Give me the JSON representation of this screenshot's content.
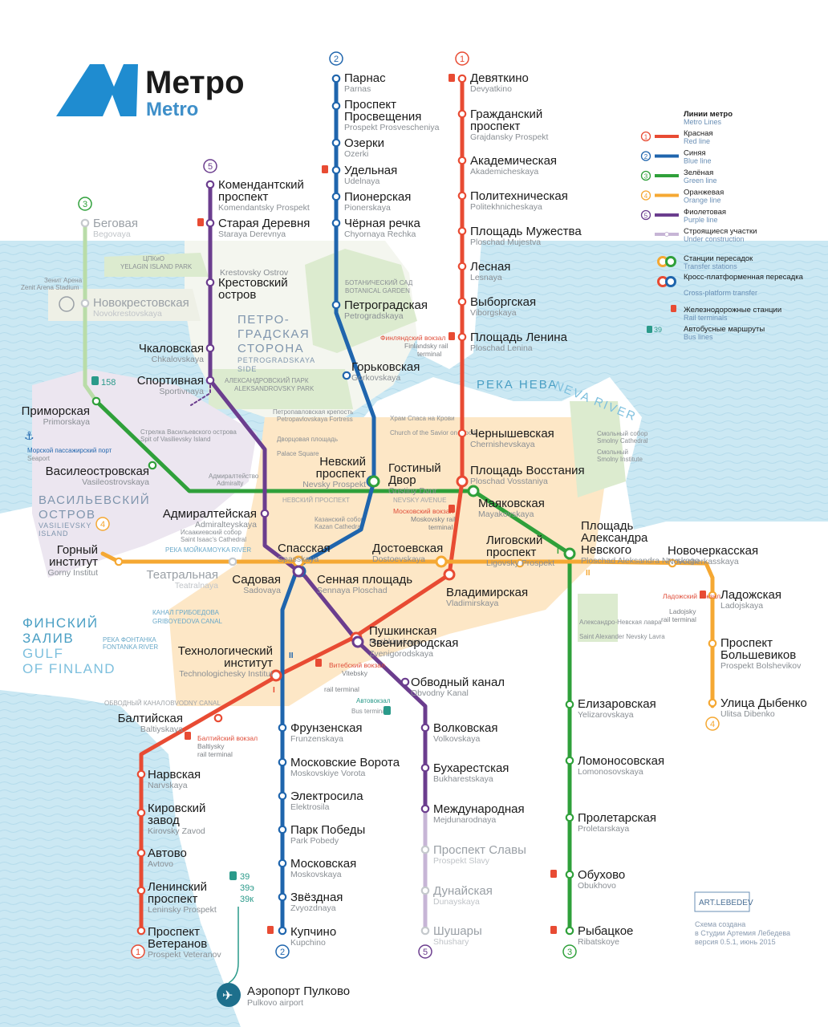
{
  "header": {
    "logo_letter": "M",
    "title_ru": "Метро",
    "title_en": "Metro"
  },
  "legend": {
    "title_ru": "Линии метро",
    "title_en": "Metro Lines",
    "items": [
      {
        "num": "1",
        "ru": "Красная",
        "en": "Red line",
        "color": "#e84b33"
      },
      {
        "num": "2",
        "ru": "Синяя",
        "en": "Blue line",
        "color": "#1f65ad"
      },
      {
        "num": "3",
        "ru": "Зелёная",
        "en": "Green line",
        "color": "#2fa03a"
      },
      {
        "num": "4",
        "ru": "Оранжевая",
        "en": "Orange line",
        "color": "#f5a833"
      },
      {
        "num": "5",
        "ru": "Фиолетовая",
        "en": "Purple line",
        "color": "#6b3d8e"
      }
    ],
    "under_construction_ru": "Строящиеся участки",
    "under_construction_en": "Under construction",
    "transfer_ru": "Станции пересадок",
    "transfer_en": "Transfer stations",
    "cross_ru": "Кросс-платформенная пересадка",
    "cross_en": "Cross-platform transfer",
    "rail_ru": "Железнодорожные станции",
    "rail_en": "Rail terminals",
    "bus_num": "39",
    "bus_ru": "Автобусные маршруты",
    "bus_en": "Bus lines"
  },
  "credits": {
    "brand": "ART.LEBEDEV",
    "line1": "Схема создана",
    "line2": "в Студии Артемия Лебедева",
    "line3": "версия 0.5.1, июнь 2015"
  },
  "areas": {
    "petrogradskaya_ru_1": "ПЕТРО-",
    "petrogradskaya_ru_2": "ГРАДСКАЯ",
    "petrogradskaya_ru_3": "СТОРОНА",
    "petrogradskaya_en_1": "PETROGRADSKAYA",
    "petrogradskaya_en_2": "SIDE",
    "vasilievsky_ru_1": "ВАСИЛЬЕВСКИЙ",
    "vasilievsky_ru_2": "ОСТРОВ",
    "vasilievsky_en_1": "VASILIEVSKY",
    "vasilievsky_en_2": "ISLAND",
    "neva_ru": "РЕКА НЕВА",
    "neva_en": "NEVA RIVER",
    "gulf_ru_1": "ФИНСКИЙ",
    "gulf_ru_2": "ЗАЛИВ",
    "gulf_en_1": "GULF",
    "gulf_en_2": "OF FINLAND"
  },
  "landmarks": [
    {
      "ru": "ЦПКиО",
      "en": "YELAGIN ISLAND PARK"
    },
    {
      "ru": "Krestovsky Ostrov",
      "en": ""
    },
    {
      "ru": "БОТАНИЧЕСКИЙ САД",
      "en": "BOTANICAL GARDEN"
    },
    {
      "ru": "Зенит Арена",
      "en": "Zenit Arena Stadium"
    },
    {
      "ru": "АЛЕКСАНДРОВСКИЙ ПАРК",
      "en": "ALEKSANDROVSKY PARK"
    },
    {
      "ru": "Петропавловская крепость",
      "en": "Petropavlovskaya Fortress"
    },
    {
      "ru": "Стрелка Васильевского острова",
      "en": "Spit of Vasilievsky Island"
    },
    {
      "ru": "Дворцовая площадь",
      "en": "Palace Square"
    },
    {
      "ru": "Адмиралтейство",
      "en": "Admiralty"
    },
    {
      "ru": "Храм Спаса на Крови",
      "en": "Church of the Savior on Blood"
    },
    {
      "ru": "Казанский собор",
      "en": "Kazan Cathedral"
    },
    {
      "ru": "Исаакиевский собор",
      "en": "Saint Isaac's Cathedral"
    },
    {
      "ru": "Смольный собор",
      "en": "Smolny Cathedral"
    },
    {
      "ru": "Смольный",
      "en": "Smolny Institute"
    },
    {
      "ru": "Александро-Невская лавра",
      "en": "Saint Alexander Nevsky Lavra"
    },
    {
      "ru": "Морской пассажирский порт",
      "en": "Seaport"
    }
  ],
  "streets": [
    "НЕВСКИЙ ПРОСПЕКТ",
    "NEVSKY AVENUE",
    "РЕКА МОЙКА",
    "MOYKA RIVER",
    "КАНАЛ ГРИБОЕДОВА",
    "GRIBOYEDOVA CANAL",
    "РЕКА ФОНТАНКА",
    "FONTANKA RIVER",
    "ОБВОДНЫЙ КАНАЛ",
    "OBVODNY CANAL"
  ],
  "rail_terminals": [
    {
      "ru": "Финляндский вокзал",
      "en1": "Finlandsky rail",
      "en2": "terminal"
    },
    {
      "ru": "Московский вокзал",
      "en1": "Moskovsky rail",
      "en2": "terminal"
    },
    {
      "ru": "Витебский вокзал",
      "en1": "Vitebsky",
      "en2": "rail terminal"
    },
    {
      "ru": "Балтийский вокзал",
      "en1": "Baltiysky",
      "en2": "rail terminal"
    },
    {
      "ru": "Ладожский вокзал",
      "en1": "Ladojsky",
      "en2": "rail terminal"
    }
  ],
  "bus": {
    "route_158": "158",
    "routes_airport": [
      "39",
      "39э",
      "39к"
    ],
    "station_ru": "Автовокзал",
    "station_en": "Bus terminal"
  },
  "airport": {
    "ru": "Аэропорт Пулково",
    "en": "Pulkovo airport"
  },
  "lines": [
    {
      "id": "red",
      "num": "1",
      "color": "#e84b33",
      "stations": [
        {
          "ru": "Девяткино",
          "en": "Devyatkino"
        },
        {
          "ru": "Гражданский проспект",
          "en": "Grajdansky Prospekt"
        },
        {
          "ru": "Академическая",
          "en": "Akademicheskaya"
        },
        {
          "ru": "Политехническая",
          "en": "Politekhnicheskaya"
        },
        {
          "ru": "Площадь Мужества",
          "en": "Ploschad Mujestva"
        },
        {
          "ru": "Лесная",
          "en": "Lesnaya"
        },
        {
          "ru": "Выборгская",
          "en": "Viborgskaya"
        },
        {
          "ru": "Площадь Ленина",
          "en": "Ploschad Lenina"
        },
        {
          "ru": "Чернышевская",
          "en": "Chernishevskaya"
        },
        {
          "ru": "Площадь Восстания",
          "en": "Ploschad Vosstaniya"
        },
        {
          "ru": "Владимирская",
          "en": "Vladimirskaya"
        },
        {
          "ru": "Пушкинская",
          "en": "Pushkinskaya"
        },
        {
          "ru": "Технологический институт",
          "en": "Technologichesky Institut"
        },
        {
          "ru": "Балтийская",
          "en": "Baltiyskaya"
        },
        {
          "ru": "Нарвская",
          "en": "Narvskaya"
        },
        {
          "ru": "Кировский завод",
          "en": "Kirovsky Zavod"
        },
        {
          "ru": "Автово",
          "en": "Avtovo"
        },
        {
          "ru": "Ленинский проспект",
          "en": "Leninsky Prospekt"
        },
        {
          "ru": "Проспект Ветеранов",
          "en": "Prospekt Veteranov"
        }
      ]
    },
    {
      "id": "blue",
      "num": "2",
      "color": "#1f65ad",
      "stations": [
        {
          "ru": "Парнас",
          "en": "Parnas"
        },
        {
          "ru": "Проспект Просвещения",
          "en": "Prospekt Prosvescheniya"
        },
        {
          "ru": "Озерки",
          "en": "Ozerki"
        },
        {
          "ru": "Удельная",
          "en": "Udelnaya"
        },
        {
          "ru": "Пионерская",
          "en": "Pionerskaya"
        },
        {
          "ru": "Чёрная речка",
          "en": "Chyornaya Rechka"
        },
        {
          "ru": "Петроградская",
          "en": "Petrogradskaya"
        },
        {
          "ru": "Горьковская",
          "en": "Gorkovskaya"
        },
        {
          "ru": "Невский проспект",
          "en": "Nevsky Prospekt"
        },
        {
          "ru": "Сенная площадь",
          "en": "Sennaya Ploschad"
        },
        {
          "ru": "Технологический институт",
          "en": ""
        },
        {
          "ru": "Фрунзенская",
          "en": "Frunzenskaya"
        },
        {
          "ru": "Московские Ворота",
          "en": "Moskovskiye Vorota"
        },
        {
          "ru": "Электросила",
          "en": "Elektrosila"
        },
        {
          "ru": "Парк Победы",
          "en": "Park Pobedy"
        },
        {
          "ru": "Московская",
          "en": "Moskovskaya"
        },
        {
          "ru": "Звёздная",
          "en": "Zvyozdnaya"
        },
        {
          "ru": "Купчино",
          "en": "Kupchino"
        }
      ]
    },
    {
      "id": "green",
      "num": "3",
      "color": "#2fa03a",
      "stations": [
        {
          "ru": "Беговая",
          "en": "Begovaya"
        },
        {
          "ru": "Новокрестовская",
          "en": "Novokrestovskaya"
        },
        {
          "ru": "Приморская",
          "en": "Primorskaya"
        },
        {
          "ru": "Василеостровская",
          "en": "Vasileostrovskaya"
        },
        {
          "ru": "Гостиный Двор",
          "en": "Gostiny Dvor"
        },
        {
          "ru": "Маяковская",
          "en": "Mayakovskaya"
        },
        {
          "ru": "Площадь Александра Невского",
          "en": "Ploschad Aleksandra Nevskogo"
        },
        {
          "ru": "Елизаровская",
          "en": "Yelizarovskaya"
        },
        {
          "ru": "Ломоносовская",
          "en": "Lomonosovskaya"
        },
        {
          "ru": "Пролетарская",
          "en": "Proletarskaya"
        },
        {
          "ru": "Обухово",
          "en": "Obukhovo"
        },
        {
          "ru": "Рыбацкое",
          "en": "Ribatskoye"
        }
      ]
    },
    {
      "id": "orange",
      "num": "4",
      "color": "#f5a833",
      "stations": [
        {
          "ru": "Горный институт",
          "en": "Gorny Institut"
        },
        {
          "ru": "Театральная",
          "en": "Teatralnaya"
        },
        {
          "ru": "Спасская",
          "en": "Spasskaya"
        },
        {
          "ru": "Достоевская",
          "en": "Dostoevskaya"
        },
        {
          "ru": "Лиговский проспект",
          "en": "Ligovsky Prospekt"
        },
        {
          "ru": "Площадь Александра Невского",
          "en": ""
        },
        {
          "ru": "Новочеркасская",
          "en": "Novocherkasskaya"
        },
        {
          "ru": "Ладожская",
          "en": "Ladojskaya"
        },
        {
          "ru": "Проспект Большевиков",
          "en": "Prospekt Bolshevikov"
        },
        {
          "ru": "Улица Дыбенко",
          "en": "Ulitsa Dibenko"
        }
      ]
    },
    {
      "id": "purple",
      "num": "5",
      "color": "#6b3d8e",
      "stations": [
        {
          "ru": "Комендантский проспект",
          "en": "Komendantsky Prospekt"
        },
        {
          "ru": "Старая Деревня",
          "en": "Staraya Derevnya"
        },
        {
          "ru": "Крестовский остров",
          "en": ""
        },
        {
          "ru": "Чкаловская",
          "en": "Chkalovskaya"
        },
        {
          "ru": "Спортивная",
          "en": "Sportivnaya"
        },
        {
          "ru": "Адмиралтейская",
          "en": "Admiralteyskaya"
        },
        {
          "ru": "Садовая",
          "en": "Sadovaya"
        },
        {
          "ru": "Звенигородская",
          "en": "Zvenigorodskaya"
        },
        {
          "ru": "Обводный канал",
          "en": "Obvodny Kanal"
        },
        {
          "ru": "Волковская",
          "en": "Volkovskaya"
        },
        {
          "ru": "Бухарестская",
          "en": "Bukharestskaya"
        },
        {
          "ru": "Международная",
          "en": "Mejdunarodnaya"
        },
        {
          "ru": "Проспект Славы",
          "en": "Prospekt Slavy"
        },
        {
          "ru": "Дунайская",
          "en": "Dunayskaya"
        },
        {
          "ru": "Шушары",
          "en": "Shushary"
        }
      ]
    }
  ],
  "transfer_marks": [
    "I",
    "II"
  ]
}
